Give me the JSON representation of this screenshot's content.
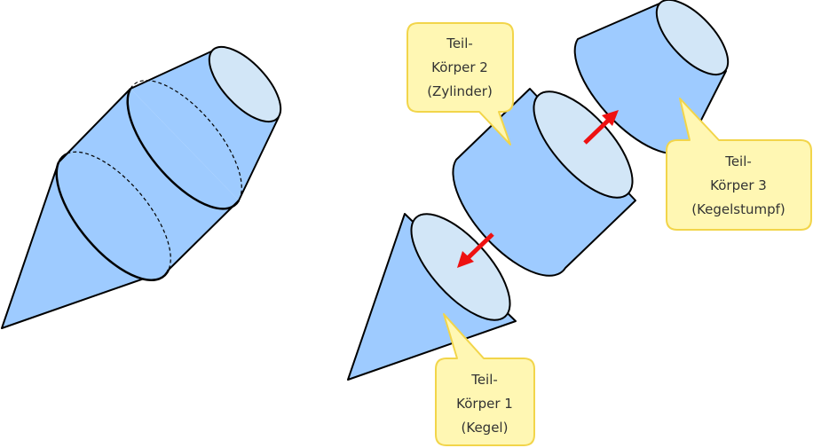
{
  "colors": {
    "solid_fill": "#9ecbff",
    "face_fill": "#d2e6f7",
    "outline": "#000000",
    "callout_fill": "#fff7b3",
    "callout_stroke": "#f2d54a",
    "arrow": "#ee1111"
  },
  "callouts": {
    "zylinder": {
      "line1": "Teil-",
      "line2": "Körper 2",
      "line3": "(Zylinder)"
    },
    "kegelstumpf": {
      "line1": "Teil-",
      "line2": "Körper 3",
      "line3": "(Kegelstumpf)"
    },
    "kegel": {
      "line1": "Teil-",
      "line2": "Körper 1",
      "line3": "(Kegel)"
    }
  }
}
